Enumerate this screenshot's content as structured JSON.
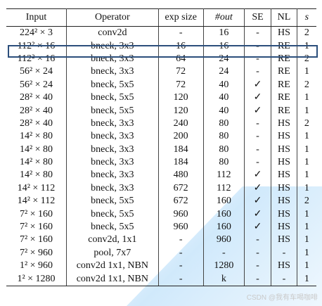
{
  "table": {
    "headers": {
      "input": "Input",
      "operator": "Operator",
      "exp_size": "exp size",
      "out": "#out",
      "se": "SE",
      "nl": "NL",
      "s": "s"
    },
    "highlighted_row_index": 1,
    "rows": [
      {
        "input": "224² × 3",
        "operator": "conv2d",
        "exp": "-",
        "out": "16",
        "se": "-",
        "nl": "HS",
        "s": "2"
      },
      {
        "input": "112² × 16",
        "operator": "bneck, 3x3",
        "exp": "16",
        "out": "16",
        "se": "-",
        "nl": "RE",
        "s": "1"
      },
      {
        "input": "112² × 16",
        "operator": "bneck, 3x3",
        "exp": "64",
        "out": "24",
        "se": "-",
        "nl": "RE",
        "s": "2"
      },
      {
        "input": "56² × 24",
        "operator": "bneck, 3x3",
        "exp": "72",
        "out": "24",
        "se": "-",
        "nl": "RE",
        "s": "1"
      },
      {
        "input": "56² × 24",
        "operator": "bneck, 5x5",
        "exp": "72",
        "out": "40",
        "se": "✓",
        "nl": "RE",
        "s": "2"
      },
      {
        "input": "28² × 40",
        "operator": "bneck, 5x5",
        "exp": "120",
        "out": "40",
        "se": "✓",
        "nl": "RE",
        "s": "1"
      },
      {
        "input": "28² × 40",
        "operator": "bneck, 5x5",
        "exp": "120",
        "out": "40",
        "se": "✓",
        "nl": "RE",
        "s": "1"
      },
      {
        "input": "28² × 40",
        "operator": "bneck, 3x3",
        "exp": "240",
        "out": "80",
        "se": "-",
        "nl": "HS",
        "s": "2"
      },
      {
        "input": "14² × 80",
        "operator": "bneck, 3x3",
        "exp": "200",
        "out": "80",
        "se": "-",
        "nl": "HS",
        "s": "1"
      },
      {
        "input": "14² × 80",
        "operator": "bneck, 3x3",
        "exp": "184",
        "out": "80",
        "se": "-",
        "nl": "HS",
        "s": "1"
      },
      {
        "input": "14² × 80",
        "operator": "bneck, 3x3",
        "exp": "184",
        "out": "80",
        "se": "-",
        "nl": "HS",
        "s": "1"
      },
      {
        "input": "14² × 80",
        "operator": "bneck, 3x3",
        "exp": "480",
        "out": "112",
        "se": "✓",
        "nl": "HS",
        "s": "1"
      },
      {
        "input": "14² × 112",
        "operator": "bneck, 3x3",
        "exp": "672",
        "out": "112",
        "se": "✓",
        "nl": "HS",
        "s": "1"
      },
      {
        "input": "14² × 112",
        "operator": "bneck, 5x5",
        "exp": "672",
        "out": "160",
        "se": "✓",
        "nl": "HS",
        "s": "2"
      },
      {
        "input": "7² × 160",
        "operator": "bneck, 5x5",
        "exp": "960",
        "out": "160",
        "se": "✓",
        "nl": "HS",
        "s": "1"
      },
      {
        "input": "7² × 160",
        "operator": "bneck, 5x5",
        "exp": "960",
        "out": "160",
        "se": "✓",
        "nl": "HS",
        "s": "1"
      },
      {
        "input": "7² × 160",
        "operator": "conv2d, 1x1",
        "exp": "-",
        "out": "960",
        "se": "-",
        "nl": "HS",
        "s": "1"
      },
      {
        "input": "7² × 960",
        "operator": "pool, 7x7",
        "exp": "-",
        "out": "-",
        "se": "-",
        "nl": "-",
        "s": "1"
      },
      {
        "input": "1² × 960",
        "operator": "conv2d 1x1, NBN",
        "exp": "-",
        "out": "1280",
        "se": "-",
        "nl": "HS",
        "s": "1"
      },
      {
        "input": "1² × 1280",
        "operator": "conv2d 1x1, NBN",
        "exp": "-",
        "out": "k",
        "se": "-",
        "nl": "-",
        "s": "1"
      }
    ]
  },
  "watermark": {
    "text": "CSDN @我有车喝咖啡",
    "color": "#c9c9c9"
  },
  "colors": {
    "highlight_border": "#2c4f7c",
    "rule": "#222222"
  }
}
